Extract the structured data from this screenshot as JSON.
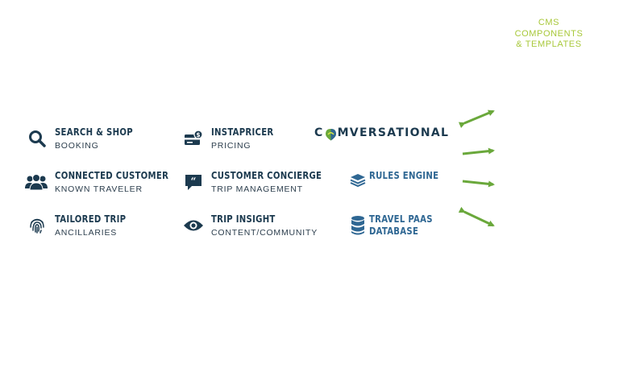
{
  "cms": {
    "line1": "CMS",
    "line2": "COMPONENTS",
    "line3": "& TEMPLATES"
  },
  "features": {
    "search": {
      "title": "SEARCH & SHOP",
      "sub": "BOOKING",
      "icon": "search-icon"
    },
    "connected": {
      "title": "CONNECTED CUSTOMER",
      "sub": "KNOWN TRAVELER",
      "icon": "people-icon"
    },
    "tailored": {
      "title": "TAILORED TRIP",
      "sub": "ANCILLARIES",
      "icon": "fingerprint-icon"
    },
    "instapricer": {
      "title": "INSTAPRICER",
      "sub": "PRICING",
      "icon": "price-card-icon"
    },
    "concierge": {
      "title": "CUSTOMER CONCIERGE",
      "sub": "TRIP MANAGEMENT",
      "icon": "chat-quote-icon"
    },
    "insight": {
      "title": "TRIP INSIGHT",
      "sub": "CONTENT/COMMUNITY",
      "icon": "eye-icon"
    },
    "rules": {
      "title": "RULES ENGINE",
      "icon": "layers-icon"
    },
    "paas": {
      "title_line1": "TRAVEL PAAS",
      "title_line2": "DATABASE",
      "icon": "database-icon"
    }
  },
  "logo": {
    "pre": "C",
    "post": "MVERSATIONAL",
    "icon": "map-pin-leaf-icon"
  },
  "colors": {
    "navy": "#1c3a4f",
    "blue": "#2f6793",
    "green": "#6aa83b",
    "lime": "#a8c83a"
  }
}
